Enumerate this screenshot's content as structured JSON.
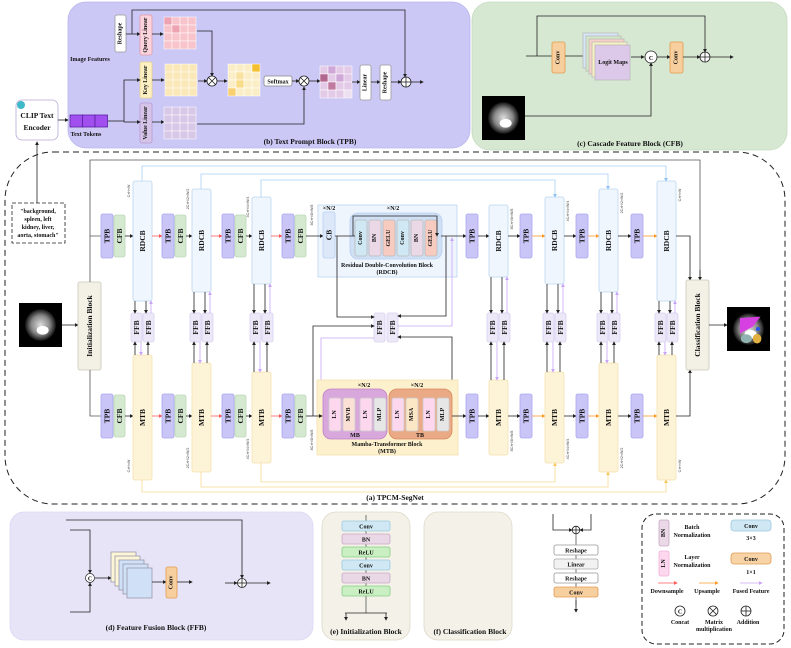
{
  "tpb_panel": {
    "title": "(b) Text Prompt Block (TPB)",
    "image_features": "Image Features",
    "text_tokens": "Text Tokens",
    "reshape": "Reshape",
    "query_linear": "Query Linear",
    "key_linear": "Key Linear",
    "value_linear": "Value Linear",
    "softmax": "Softmax",
    "linear": "Linear"
  },
  "clip": {
    "line1": "CLIP Text",
    "line2": "Encoder"
  },
  "prompt": [
    "\"background,",
    "spleen, left",
    "kidney, liver,",
    "aorta, stomach\""
  ],
  "cfb_panel": {
    "title": "(c) Cascade Feature Block (CFB)",
    "conv": "Conv",
    "logit_maps": "Logit Maps",
    "concat": "C"
  },
  "main": {
    "title": "(a) TPCM-SegNet",
    "init": "Initialization Block",
    "cls": "Classification Block",
    "tpb": "TPB",
    "cfb": "CFB",
    "rdcb": "RDCB",
    "mtb": "MTB",
    "ffb": "FFB",
    "cb": "CB",
    "repeat": "×N/2",
    "dims": [
      "C×H×W",
      "2C×H/2×W/2",
      "4C×H/4×W/4",
      "8C×H/8×W/8"
    ],
    "rdcb_detail": {
      "items": [
        "Conv",
        "BN",
        "GELU",
        "Conv",
        "BN",
        "GELU"
      ],
      "title1": "Residual Double-Convolution Block",
      "title2": "(RDCB)"
    },
    "mtb_detail": {
      "mb_items": [
        "LN",
        "MVB",
        "LN",
        "MLP"
      ],
      "tb_items": [
        "LN",
        "MSA",
        "LN",
        "MLP"
      ],
      "mb": "MB",
      "tb": "TB",
      "title1": "Mamba-Transformer Block",
      "title2": "(MTB)"
    }
  },
  "ffb_panel": {
    "title": "(d) Feature Fusion Block (FFB)",
    "conv": "Conv",
    "concat": "C"
  },
  "init_panel": {
    "title": "(e) Initialization Block",
    "layers": [
      "Conv",
      "BN",
      "ReLU",
      "Conv",
      "BN",
      "ReLU"
    ]
  },
  "cls_panel": {
    "title": "(f) Classification Block",
    "layers": [
      "Reshape",
      "Linear",
      "Reshape",
      "Conv"
    ]
  },
  "legend": {
    "bn": "BN",
    "bn_label1": "Batch",
    "bn_label2": "Normalization",
    "ln": "LN",
    "ln_label1": "Layer",
    "ln_label2": "Normalization",
    "conv3": "Conv",
    "conv3_label": "3×3",
    "conv1": "Conv",
    "conv1_label": "1×1",
    "downsample": "Downsample",
    "upsample": "Upsample",
    "fused": "Fused Feature",
    "concat_sym": "C",
    "concat": "Concat",
    "matmul1": "Matrix",
    "matmul2": "multiplication",
    "addition": "Addition"
  },
  "colors": {
    "tpb": "#c9c6f7",
    "cfb": "#d5e8d0",
    "rdcb": "#f0f6fe",
    "mtb": "#fdf3d6",
    "ffb": "#ece8f8",
    "conv3": "#cfe8f3",
    "conv1": "#f8d3a6",
    "bn": "#ead8e6",
    "ln": "#fcd7ee",
    "gelu": "#f7cbc0",
    "downsample": "#ff5a5a",
    "upsample": "#ff9a2a",
    "fused": "#c9a6f5",
    "skip_rdcb": "#a8d0f5",
    "skip_mtb": "#f8d890"
  }
}
